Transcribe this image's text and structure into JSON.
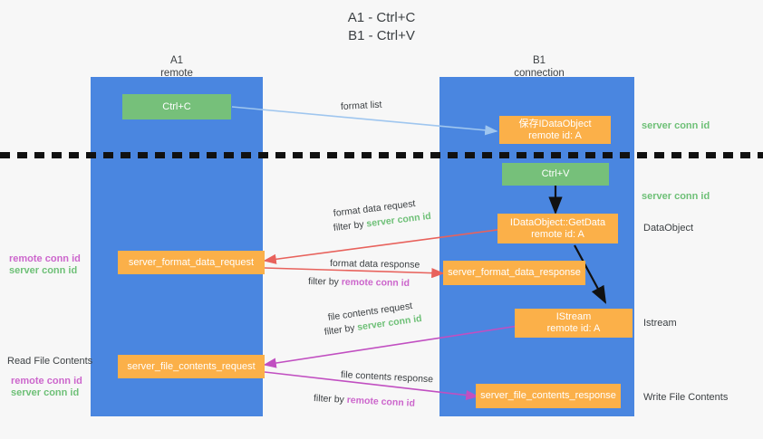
{
  "title": {
    "line1": "A1 - Ctrl+C",
    "line2": "B1 - Ctrl+V"
  },
  "columns": [
    {
      "name": "A1",
      "sub": "remote"
    },
    {
      "name": "B1",
      "sub": "connection"
    }
  ],
  "boxes": {
    "ctrl_c": "Ctrl+C",
    "ctrl_v": "Ctrl+V",
    "idataobject_title": "保存IDataObject",
    "idataobject_sub": "remote id: A",
    "getdata_title": "IDataObject::GetData",
    "getdata_sub": "remote id: A",
    "istream_title": "IStream",
    "istream_sub": "remote id: A",
    "server_format_data_request": "server_format_data_request",
    "server_format_data_response": "server_format_data_response",
    "server_file_contents_request": "server_file_contents_request",
    "server_file_contents_response": "server_file_contents_response"
  },
  "right_labels": {
    "server_conn_id_top": "server conn id",
    "server_conn_id_mid": "server conn id",
    "dataobject": "DataObject",
    "istream": "Istream",
    "write_file_contents": "Write File Contents"
  },
  "left_labels": {
    "remote_conn_id_1": "remote conn id",
    "server_conn_id_1": "server conn id",
    "read_file_contents": "Read File Contents",
    "remote_conn_id_2": "remote conn id",
    "server_conn_id_2": "server conn id"
  },
  "arrow_labels": {
    "format_list": "format list",
    "format_data_request": "format data request",
    "filter_by_1": "filter by",
    "filter_target_1": "server conn id",
    "format_data_response": "format data response",
    "filter_by_2": "filter by",
    "filter_target_2": "remote conn id",
    "file_contents_request": "file contents request",
    "filter_by_3": "filter by",
    "filter_target_3": "server conn id",
    "file_contents_response": "file contents response",
    "filter_by_4": "filter by",
    "filter_target_4": "remote conn id"
  },
  "colors": {
    "lane": "#4a86e0",
    "green_box": "#76c07a",
    "orange_box": "#fbb049",
    "green_text": "#6ec077",
    "purple_text": "#cc66cc",
    "red_arrow": "#e8625c",
    "magenta_arrow": "#c14fc1",
    "blue_arrow": "#9fc6ef",
    "black_arrow": "#111111",
    "background": "#f7f7f7"
  }
}
